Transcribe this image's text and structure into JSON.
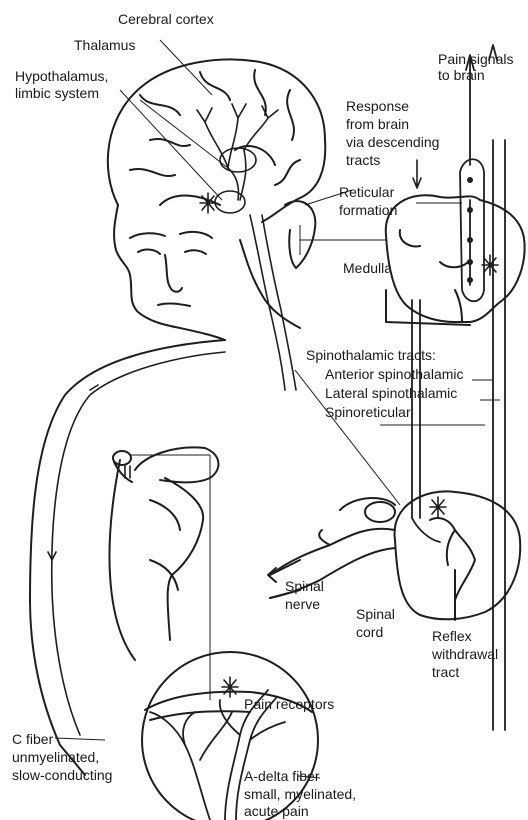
{
  "labels": {
    "cerebral_cortex": "Cerebral cortex",
    "thalamus": "Thalamus",
    "hypothalamus": "Hypothalamus,",
    "limbic_system": "limbic system",
    "pain_signals_1": "Pain signals",
    "pain_signals_2": "to brain",
    "response_1": "Response",
    "response_2": "from brain",
    "response_3": "via descending",
    "response_4": "tracts",
    "reticular_1": "Reticular",
    "reticular_2": "formation",
    "medulla": "Medulla",
    "spinothalamic_tracts": "Spinothalamic tracts:",
    "anterior_spinothalamic": "Anterior spinothalamic",
    "lateral_spinothalamic": "Lateral spinothalamic",
    "spinoreticular": "Spinoreticular",
    "spinal_nerve_1": "Spinal",
    "spinal_nerve_2": "nerve",
    "spinal_cord_1": "Spinal",
    "spinal_cord_2": "cord",
    "reflex_1": "Reflex",
    "reflex_2": "withdrawal",
    "reflex_3": "tract",
    "pain_receptors": "Pain receptors",
    "c_fiber_1": "C fiber",
    "c_fiber_2": "unmyelinated,",
    "c_fiber_3": "slow-conducting",
    "adelta_1": "A-delta fiber",
    "adelta_2": "small, myelinated,",
    "adelta_3": "acute pain"
  }
}
